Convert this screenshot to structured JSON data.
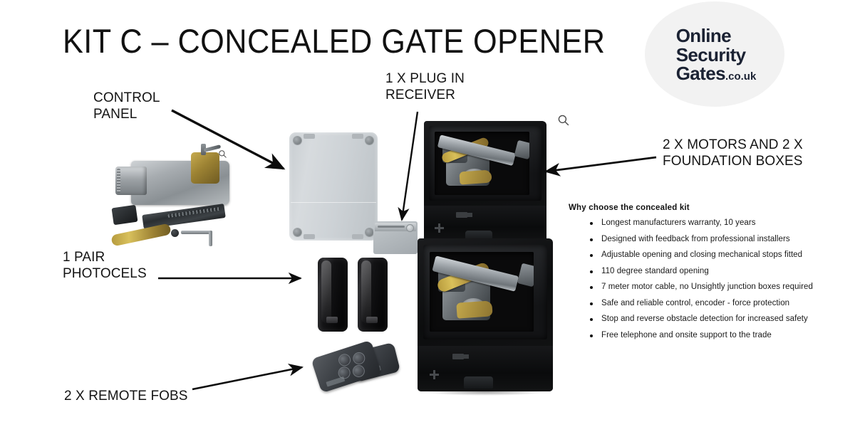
{
  "page": {
    "title": "KIT C – CONCEALED GATE OPENER",
    "background_color": "#ffffff"
  },
  "logo": {
    "line1": "Online",
    "line2": "Security",
    "line3": "Gates",
    "tld": ".co.uk",
    "badge_color": "#f2f2f2",
    "text_color": "#1b2233"
  },
  "callouts": {
    "control_panel": "CONTROL\nPANEL",
    "receiver": "1 X PLUG IN\nRECEIVER",
    "photocells": "1 PAIR\nPHOTOCELS",
    "motors": "2 X MOTORS AND 2 X\nFOUNDATION BOXES",
    "remote_fobs": "2 X REMOTE FOBS"
  },
  "why_choose": {
    "title": "Why choose the concealed kit",
    "bullets": [
      "Longest manufacturers warranty, 10 years",
      "Designed with feedback from professional installers",
      "Adjustable opening and closing mechanical stops fitted",
      "110 degree standard opening",
      "7 meter motor cable, no Unsightly junction boxes required",
      "Safe and reliable control, encoder - force protection",
      "Stop and reverse obstacle detection for increased safety",
      "Free telephone and onsite support to the trade"
    ]
  },
  "icons": {
    "zoom_top": "search-icon",
    "zoom_left": "search-icon"
  },
  "products": {
    "control_panel": "control-panel-enclosure",
    "receiver": "plug-in-receiver",
    "photocells": "photocell-pair",
    "remote_fobs": "remote-fob-pair",
    "foundation_box_1": "motor-in-foundation-box",
    "foundation_box_2": "motor-in-foundation-box",
    "motor_kit": "motor-assembly-with-accessories"
  }
}
